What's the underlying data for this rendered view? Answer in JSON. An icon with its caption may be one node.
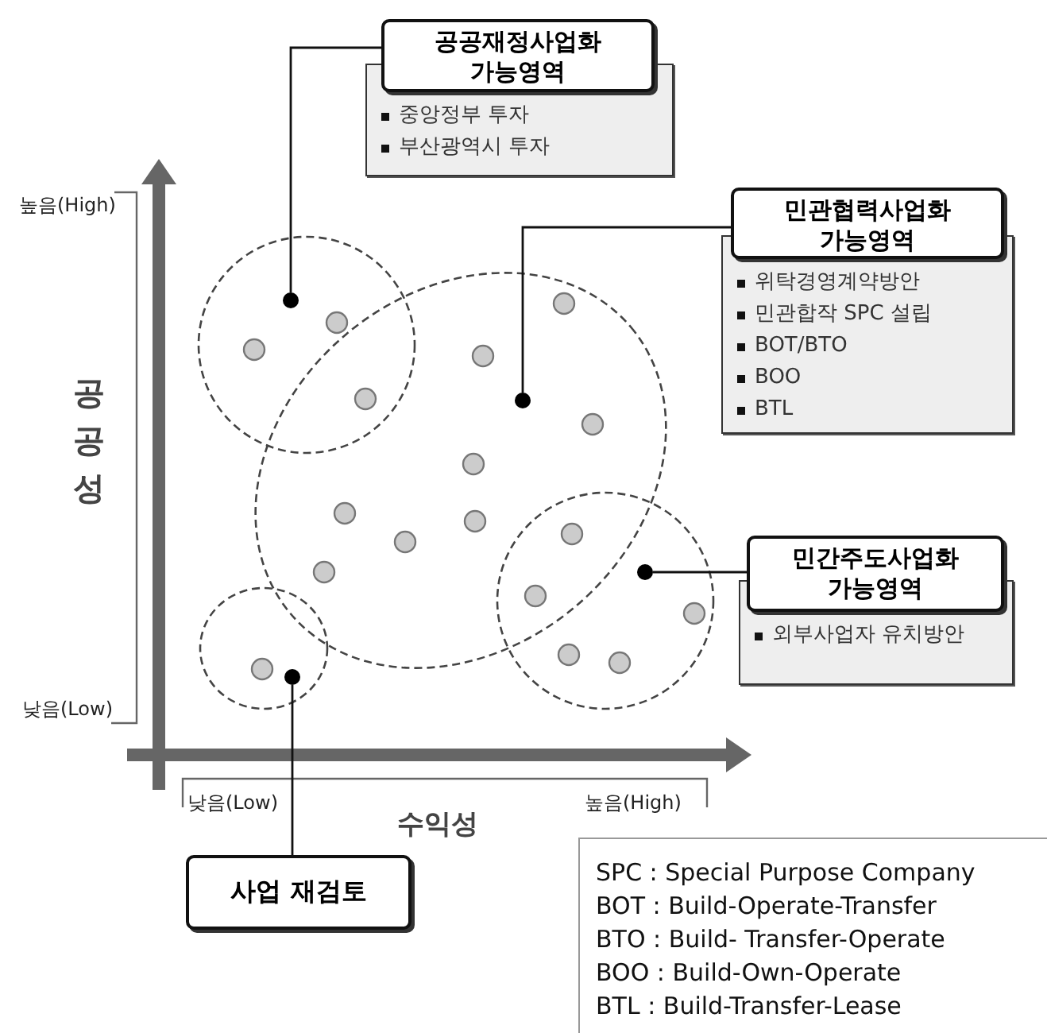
{
  "diagram": {
    "nodes": [
      {
        "text": [
          "공공재정사업화 가능영역",
          "중앙정부 투자",
          "부산광역시 투자"
        ]
      },
      {
        "text": [],
        "shape": "circle"
      },
      {
        "text": [
          "민관협력사업화 가능영역",
          "위탁경영계약방안",
          "민관합작 SPC 설립",
          "BOT/BTO",
          "BOO",
          "BTL"
        ]
      },
      {
        "text": [],
        "shape": "circle"
      },
      {
        "text": [
          "민간주도사업화 가능영역",
          "외부사업자 유치방안"
        ]
      },
      {
        "text": [],
        "shape": "circle"
      },
      {
        "text": [
          "사업 재검토"
        ]
      },
      {
        "text": [],
        "shape": "circle"
      }
    ],
    "edges": [
      {
        "from": 0,
        "to": 1,
        "arrow": "none"
      },
      {
        "from": 2,
        "to": 3,
        "arrow": "none"
      },
      {
        "from": 4,
        "to": 5,
        "arrow": "none"
      },
      {
        "from": 6,
        "to": 7,
        "arrow": "none"
      }
    ],
    "labels": [
      "높음(High)",
      "공공성",
      "낮음(Low)",
      "낮음(Low)",
      "수익성",
      "높음(High)",
      "SPC : Special Purpose Company",
      "BOT : Build-Operate-Transfer",
      "BTO : Build- Transfer-Operate",
      "BOO : Build-Own-Operate",
      "BTL : Build-Transfer-Lease"
    ]
  }
}
